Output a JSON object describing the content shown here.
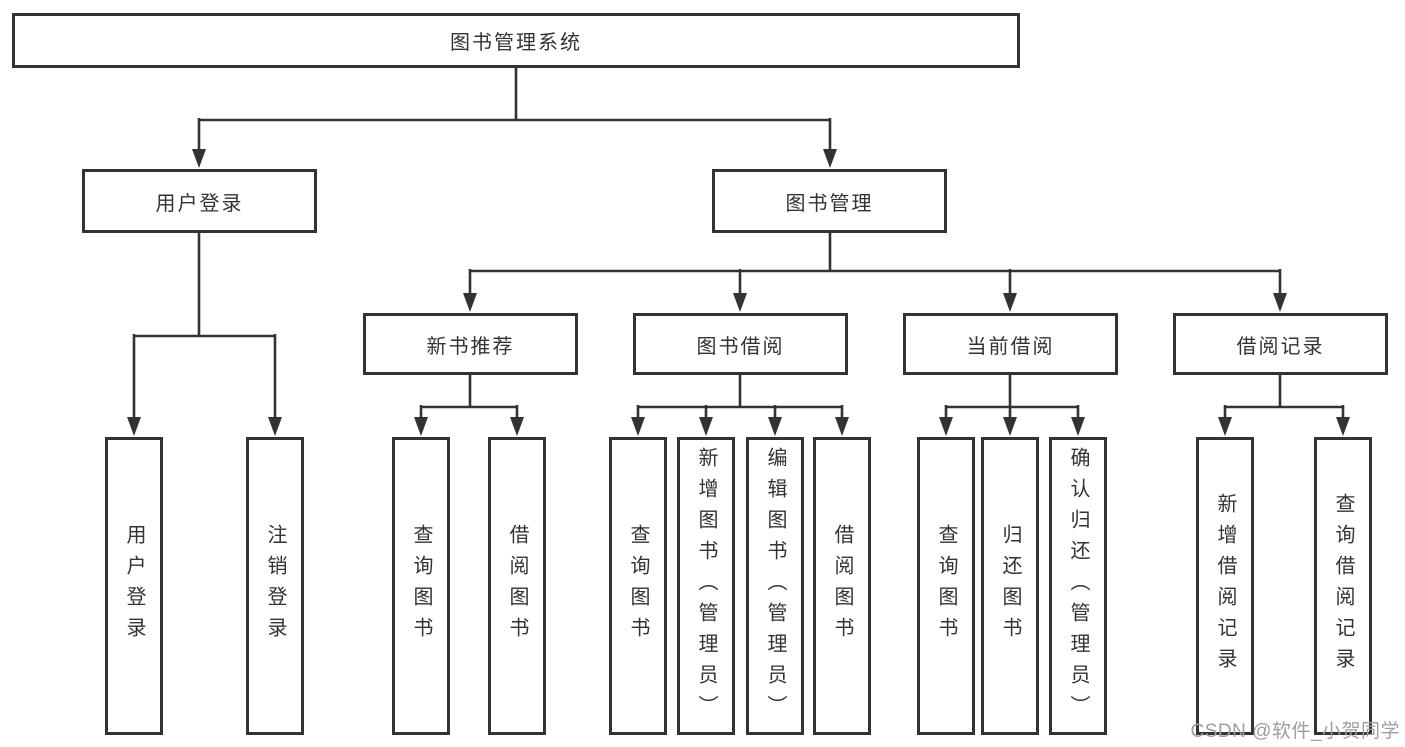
{
  "colors": {
    "background": "#ffffff",
    "box_border": "#333333",
    "box_fill": "#ffffff",
    "connector": "#333333",
    "text": "#333333",
    "watermark": "#9e9e9e"
  },
  "watermark": {
    "text": "CSDN @软件_小贺同学"
  },
  "tree": {
    "label": "图书管理系统",
    "children": [
      {
        "label": "用户登录",
        "children": [
          {
            "label": "用户登录"
          },
          {
            "label": "注销登录"
          }
        ]
      },
      {
        "label": "图书管理",
        "children": [
          {
            "label": "新书推荐",
            "children": [
              {
                "label": "查询图书"
              },
              {
                "label": "借阅图书"
              }
            ]
          },
          {
            "label": "图书借阅",
            "children": [
              {
                "label": "查询图书"
              },
              {
                "label": "新增图书（管理员）"
              },
              {
                "label": "编辑图书（管理员）"
              },
              {
                "label": "借阅图书"
              }
            ]
          },
          {
            "label": "当前借阅",
            "children": [
              {
                "label": "查询图书"
              },
              {
                "label": "归还图书"
              },
              {
                "label": "确认归还（管理员）"
              }
            ]
          },
          {
            "label": "借阅记录",
            "children": [
              {
                "label": "新增借阅记录"
              },
              {
                "label": "查询借阅记录"
              }
            ]
          }
        ]
      }
    ]
  }
}
